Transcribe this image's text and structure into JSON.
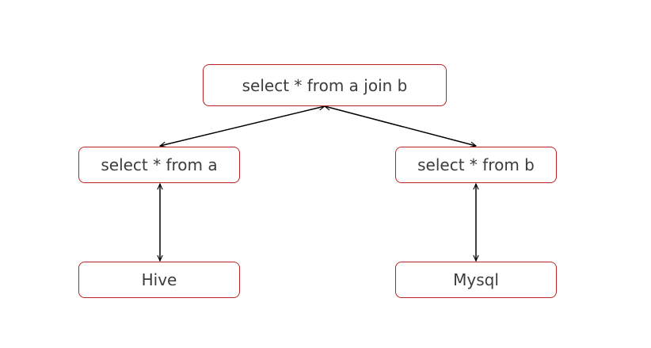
{
  "nodes": {
    "join": {
      "label": "select * from a join b"
    },
    "a": {
      "label": "select * from a"
    },
    "b": {
      "label": "select * from b"
    },
    "hive": {
      "label": "Hive"
    },
    "mysql": {
      "label": "Mysql"
    }
  },
  "edges": [
    {
      "from": "join",
      "to": "a",
      "direction": "both"
    },
    {
      "from": "join",
      "to": "b",
      "direction": "both"
    },
    {
      "from": "a",
      "to": "hive",
      "direction": "both"
    },
    {
      "from": "b",
      "to": "mysql",
      "direction": "both"
    }
  ],
  "colors": {
    "node_border": "#b82424",
    "node_text": "#3c3c3c",
    "edge": "#000000"
  }
}
